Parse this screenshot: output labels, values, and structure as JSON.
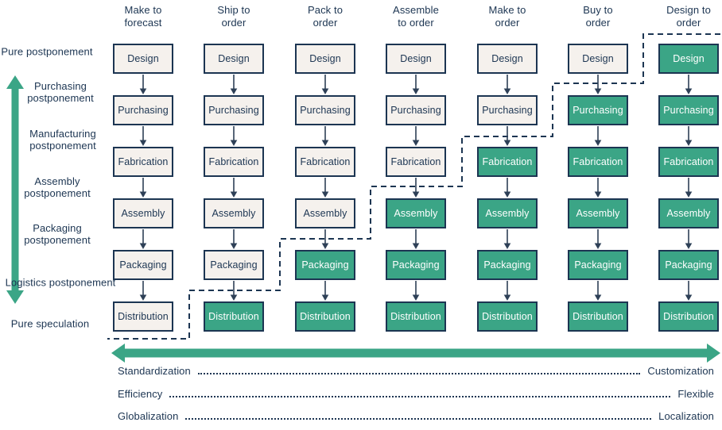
{
  "columns": [
    {
      "header": "Make to\nforecast",
      "stages": [
        {
          "label": "Design",
          "highlighted": false
        },
        {
          "label": "Purchasing",
          "highlighted": false
        },
        {
          "label": "Fabrication",
          "highlighted": false
        },
        {
          "label": "Assembly",
          "highlighted": false
        },
        {
          "label": "Packaging",
          "highlighted": false
        },
        {
          "label": "Distribution",
          "highlighted": false
        }
      ]
    },
    {
      "header": "Ship to\norder",
      "stages": [
        {
          "label": "Design",
          "highlighted": false
        },
        {
          "label": "Purchasing",
          "highlighted": false
        },
        {
          "label": "Fabrication",
          "highlighted": false
        },
        {
          "label": "Assembly",
          "highlighted": false
        },
        {
          "label": "Packaging",
          "highlighted": false
        },
        {
          "label": "Distribution",
          "highlighted": true
        }
      ]
    },
    {
      "header": "Pack to\norder",
      "stages": [
        {
          "label": "Design",
          "highlighted": false
        },
        {
          "label": "Purchasing",
          "highlighted": false
        },
        {
          "label": "Fabrication",
          "highlighted": false
        },
        {
          "label": "Assembly",
          "highlighted": false
        },
        {
          "label": "Packaging",
          "highlighted": true
        },
        {
          "label": "Distribution",
          "highlighted": true
        }
      ]
    },
    {
      "header": "Assemble\nto order",
      "stages": [
        {
          "label": "Design",
          "highlighted": false
        },
        {
          "label": "Purchasing",
          "highlighted": false
        },
        {
          "label": "Fabrication",
          "highlighted": false
        },
        {
          "label": "Assembly",
          "highlighted": true
        },
        {
          "label": "Packaging",
          "highlighted": true
        },
        {
          "label": "Distribution",
          "highlighted": true
        }
      ]
    },
    {
      "header": "Make to\norder",
      "stages": [
        {
          "label": "Design",
          "highlighted": false
        },
        {
          "label": "Purchasing",
          "highlighted": false
        },
        {
          "label": "Fabrication",
          "highlighted": true
        },
        {
          "label": "Assembly",
          "highlighted": true
        },
        {
          "label": "Packaging",
          "highlighted": true
        },
        {
          "label": "Distribution",
          "highlighted": true
        }
      ]
    },
    {
      "header": "Buy to\norder",
      "stages": [
        {
          "label": "Design",
          "highlighted": false
        },
        {
          "label": "Purchasing",
          "highlighted": true
        },
        {
          "label": "Fabrication",
          "highlighted": true
        },
        {
          "label": "Assembly",
          "highlighted": true
        },
        {
          "label": "Packaging",
          "highlighted": true
        },
        {
          "label": "Distribution",
          "highlighted": true
        }
      ]
    },
    {
      "header": "Design to\norder",
      "stages": [
        {
          "label": "Design",
          "highlighted": true
        },
        {
          "label": "Purchasing",
          "highlighted": true
        },
        {
          "label": "Fabrication",
          "highlighted": true
        },
        {
          "label": "Assembly",
          "highlighted": true
        },
        {
          "label": "Packaging",
          "highlighted": true
        },
        {
          "label": "Distribution",
          "highlighted": true
        }
      ]
    }
  ],
  "left_axis": {
    "labels": [
      "Pure postponement",
      "Purchasing postponement",
      "Manufacturing postponement",
      "Assembly postponement",
      "Packaging postponement",
      "Logistics postponement",
      "Pure speculation"
    ]
  },
  "bottom_axis": {
    "rows": [
      {
        "left": "Standardization",
        "right": "Customization"
      },
      {
        "left": "Efficiency",
        "right": "Flexible"
      },
      {
        "left": "Globalization",
        "right": "Localization"
      }
    ]
  },
  "colors": {
    "accent_green": "#3BA586",
    "navy": "#1C3552",
    "box_fill": "#F5F1ED",
    "highlighted_text": "#FFFFFF"
  }
}
